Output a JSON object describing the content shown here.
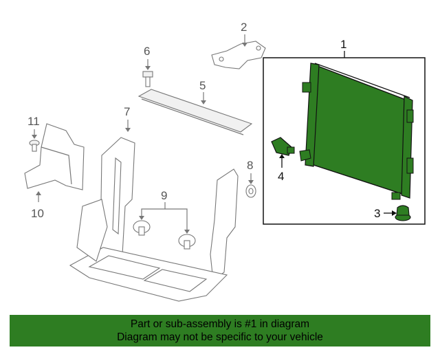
{
  "diagram": {
    "callouts": {
      "c1": "1",
      "c2": "2",
      "c3": "3",
      "c4": "4",
      "c5": "5",
      "c6": "6",
      "c7": "7",
      "c8": "8",
      "c9": "9",
      "c10": "10",
      "c11": "11"
    },
    "colors": {
      "radiator_core": "#2e7d22",
      "banner": "#2e7d22",
      "line_art": "#777777"
    }
  },
  "banner": {
    "line1": "Part or sub-assembly is #1 in diagram",
    "line2": "Diagram may not be specific to your vehicle"
  }
}
